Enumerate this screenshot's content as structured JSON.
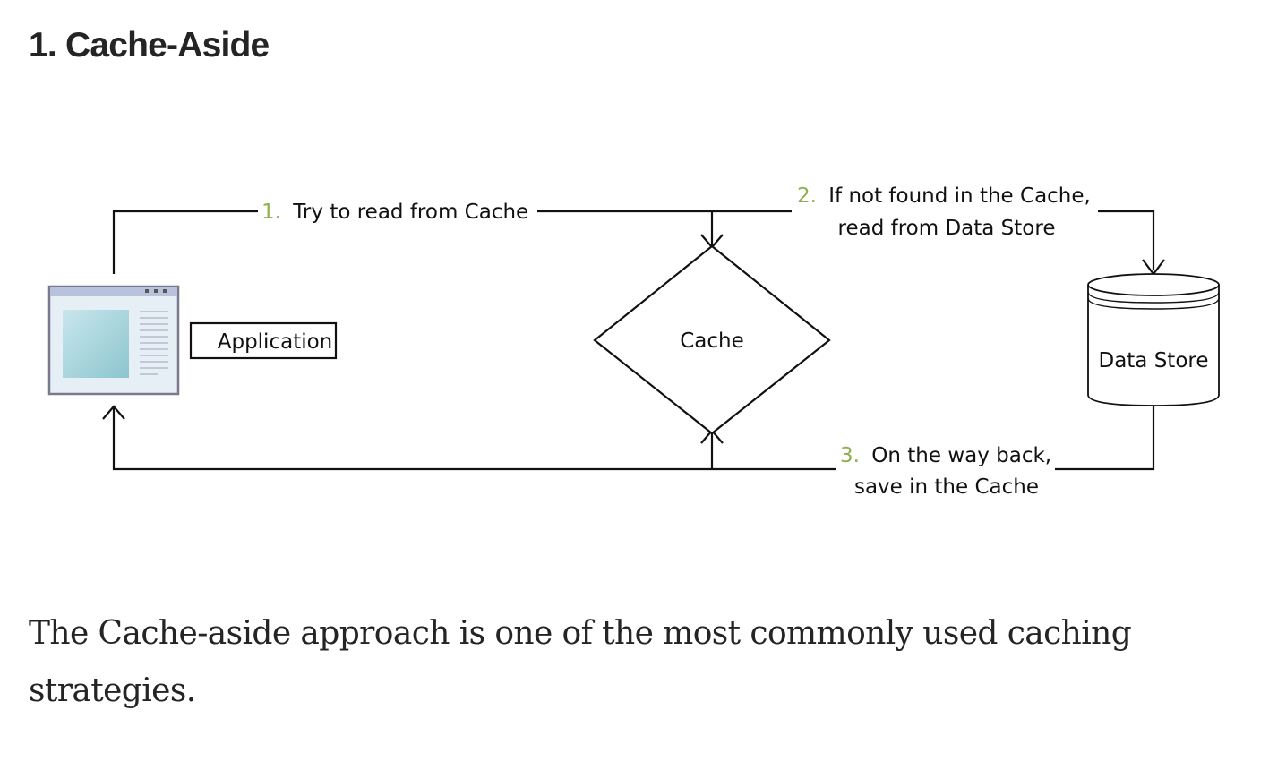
{
  "section": {
    "title": "1. Cache-Aside"
  },
  "diagram": {
    "application_label": "Application",
    "cache_label": "Cache",
    "data_store_label": "Data Store",
    "steps": [
      {
        "number": "1.",
        "lines": [
          "Try to read from Cache"
        ]
      },
      {
        "number": "2.",
        "lines": [
          "If not found in the Cache,",
          "read from Data Store"
        ]
      },
      {
        "number": "3.",
        "lines": [
          "On the way back,",
          "save in the Cache"
        ]
      }
    ],
    "colors": {
      "step_number": "#8fb04f",
      "line": "#111111",
      "app_window_frame": "#7a7a8c",
      "app_window_titlebar": "#b9c2dc",
      "app_window_screen": "#9fcfd8"
    }
  },
  "body": {
    "paragraph": "The Cache-aside approach is one of the most commonly used caching strategies."
  }
}
